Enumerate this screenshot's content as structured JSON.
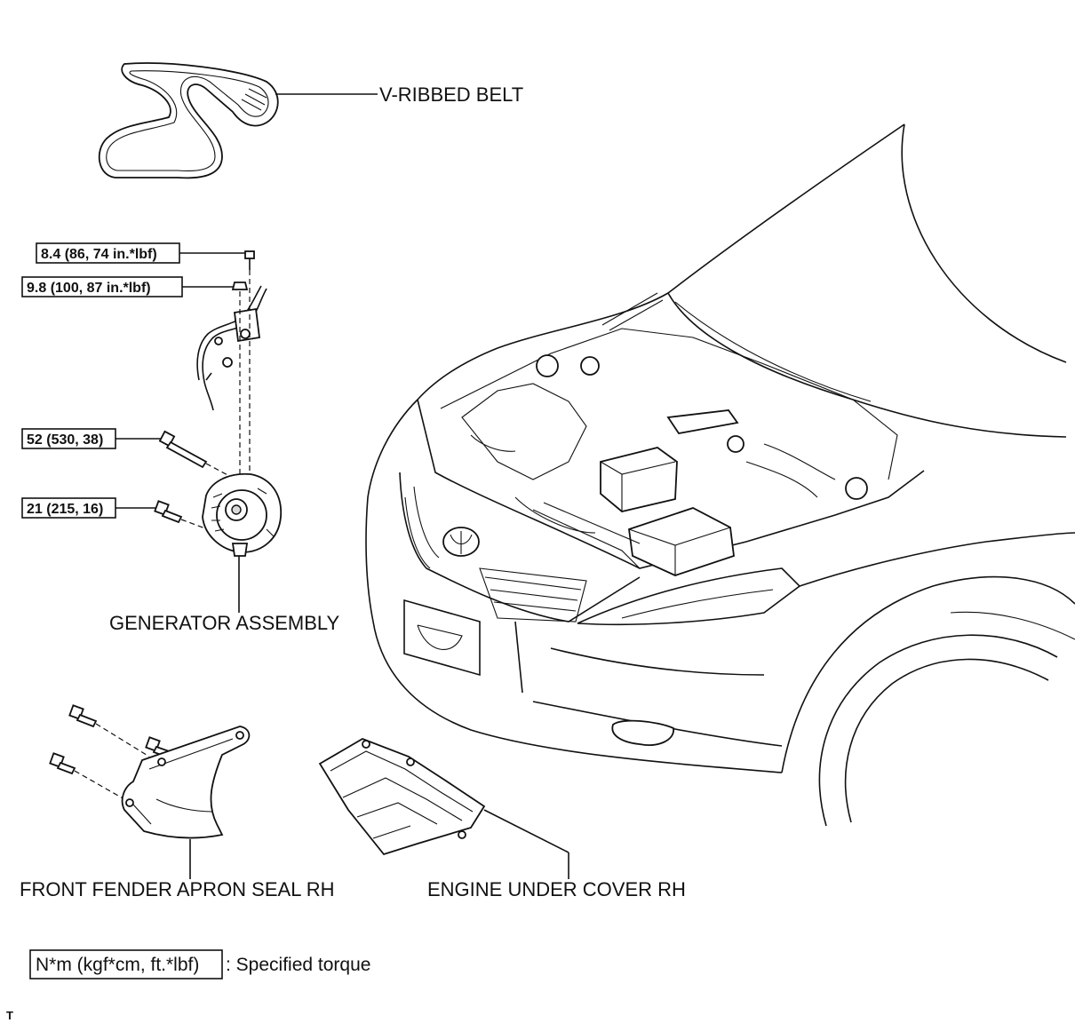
{
  "labels": {
    "belt": "V-RIBBED BELT",
    "generator": "GENERATOR ASSEMBLY",
    "apron_seal": "FRONT FENDER APRON SEAL RH",
    "under_cover": "ENGINE UNDER COVER RH"
  },
  "torques": {
    "t1": "8.4 (86, 74 in.*lbf)",
    "t2": "9.8 (100, 87 in.*lbf)",
    "t3": "52 (530, 38)",
    "t4": "21 (215, 16)"
  },
  "legend": {
    "unit_box": "N*m (kgf*cm, ft.*lbf)",
    "description": ": Specified torque"
  },
  "corner_mark": "T"
}
